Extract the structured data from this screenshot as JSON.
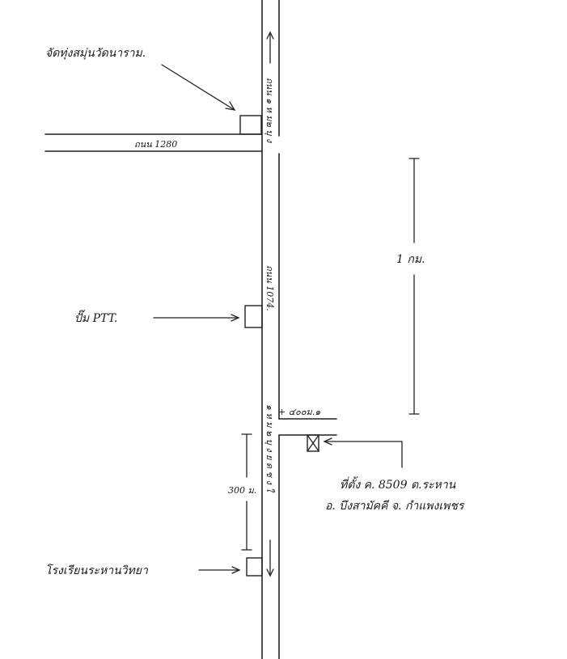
{
  "map": {
    "labels": {
      "temple": "จัดทุ่งสมุ่นวัดนาราม.",
      "road_1280": "ถนน 1280",
      "road_north": "ถนน ๑ ห ม๒ บุ ง",
      "road_middle": "ถนน 1074.",
      "road_south": "๑ ห ม ๒ บุ ง ย ด ช ง ใ",
      "gas_station": "ปั๊ม PTT.",
      "km_marker": "+ ๔๐๐ม.๑",
      "distance_1km": "1 กม.",
      "distance_300m": "300 ม.",
      "site_line1": "ที่ตั้ง ค. 8509  ต.ระหาน",
      "site_line2": "อ. บึงสามัคคี   จ. กำแพงเพชร",
      "school": "โรงเรียนระหานวิทยา"
    },
    "icons": {
      "north_arrow": "arrow-up-icon",
      "south_arrow": "arrow-down-icon",
      "site_marker": "crossed-box-icon",
      "landmark_box": "square-icon"
    }
  }
}
